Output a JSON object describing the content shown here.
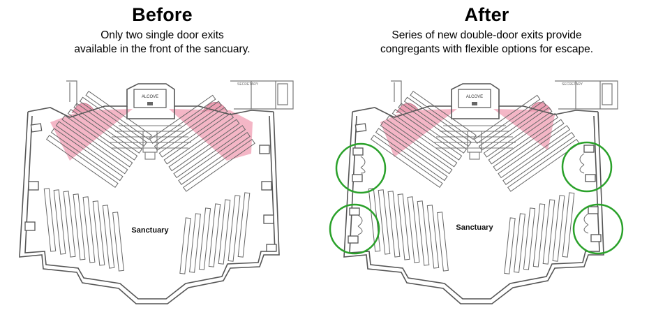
{
  "before": {
    "title": "Before",
    "caption_line1": "Only two single door exits",
    "caption_line2": "available in the front of the sancuary.",
    "alcove_label": "ALCOVE",
    "sanctuary_label": "Sanctuary"
  },
  "after": {
    "title": "After",
    "caption_line1": "Series of new double-door exits provide",
    "caption_line2": "congregants with flexible options for escape.",
    "alcove_label": "ALCOVE",
    "sanctuary_label": "Sanctuary"
  },
  "colors": {
    "highlight_pink": "#f4b6c6",
    "door_swing_pink": "#ec9fb3",
    "exit_circle_green": "#2aa12a",
    "wall_line": "#555555"
  },
  "icons": [
    "door-swing-icon",
    "exit-marker-circle"
  ]
}
